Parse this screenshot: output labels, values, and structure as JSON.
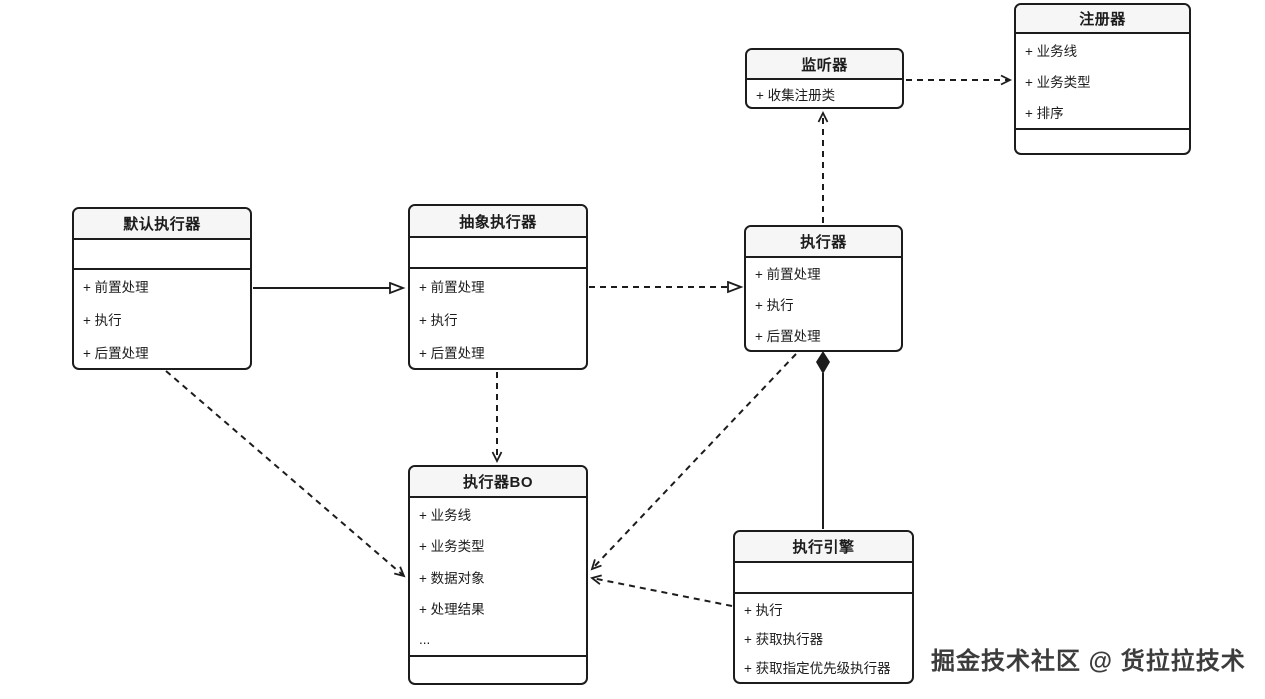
{
  "classes": {
    "registry": {
      "title": "注册器",
      "attributes": [
        "+ 业务线",
        "+ 业务类型",
        "+ 排序"
      ],
      "methods": []
    },
    "listener": {
      "title": "监听器",
      "attributes": [
        "+ 收集注册类"
      ],
      "methods": []
    },
    "default_executor": {
      "title": "默认执行器",
      "attributes": [],
      "methods": [
        "+ 前置处理",
        "+ 执行",
        "+ 后置处理"
      ]
    },
    "abstract_executor": {
      "title": "抽象执行器",
      "attributes": [],
      "methods": [
        "+ 前置处理",
        "+ 执行",
        "+ 后置处理"
      ]
    },
    "executor": {
      "title": "执行器",
      "attributes": [],
      "methods": [
        "+ 前置处理",
        "+ 执行",
        "+ 后置处理"
      ]
    },
    "executor_bo": {
      "title": "执行器BO",
      "attributes": [
        "+ 业务线",
        "+ 业务类型",
        "+ 数据对象",
        "+ 处理结果",
        "..."
      ],
      "methods": []
    },
    "execution_engine": {
      "title": "执行引擎",
      "attributes": [],
      "methods": [
        "+ 执行",
        "+ 获取执行器",
        "+ 获取指定优先级执行器"
      ]
    }
  },
  "relationships": [
    {
      "from": "default_executor",
      "to": "abstract_executor",
      "type": "generalization",
      "line": "solid",
      "head": "hollow-triangle"
    },
    {
      "from": "abstract_executor",
      "to": "executor",
      "type": "realization",
      "line": "dashed",
      "head": "hollow-triangle"
    },
    {
      "from": "executor",
      "to": "listener",
      "type": "dependency",
      "line": "dashed",
      "head": "open-arrow"
    },
    {
      "from": "listener",
      "to": "registry",
      "type": "dependency",
      "line": "dashed",
      "head": "open-arrow"
    },
    {
      "from": "abstract_executor",
      "to": "executor_bo",
      "type": "dependency",
      "line": "dashed",
      "head": "open-arrow"
    },
    {
      "from": "default_executor",
      "to": "executor_bo",
      "type": "dependency",
      "line": "dashed",
      "head": "open-arrow"
    },
    {
      "from": "executor",
      "to": "executor_bo",
      "type": "dependency",
      "line": "dashed",
      "head": "open-arrow"
    },
    {
      "from": "execution_engine",
      "to": "executor_bo",
      "type": "dependency",
      "line": "dashed",
      "head": "open-arrow"
    },
    {
      "from": "execution_engine",
      "to": "executor",
      "type": "composition",
      "line": "solid",
      "head": "filled-diamond"
    }
  ],
  "watermark": {
    "text": "掘金技术社区 @ 货拉拉技术"
  },
  "colors": {
    "line": "#1c1c1c",
    "box_background": "#ffffff",
    "title_background": "#f6f6f6",
    "page_background": "#ffffff",
    "watermark_text": "#3c3c3c"
  }
}
